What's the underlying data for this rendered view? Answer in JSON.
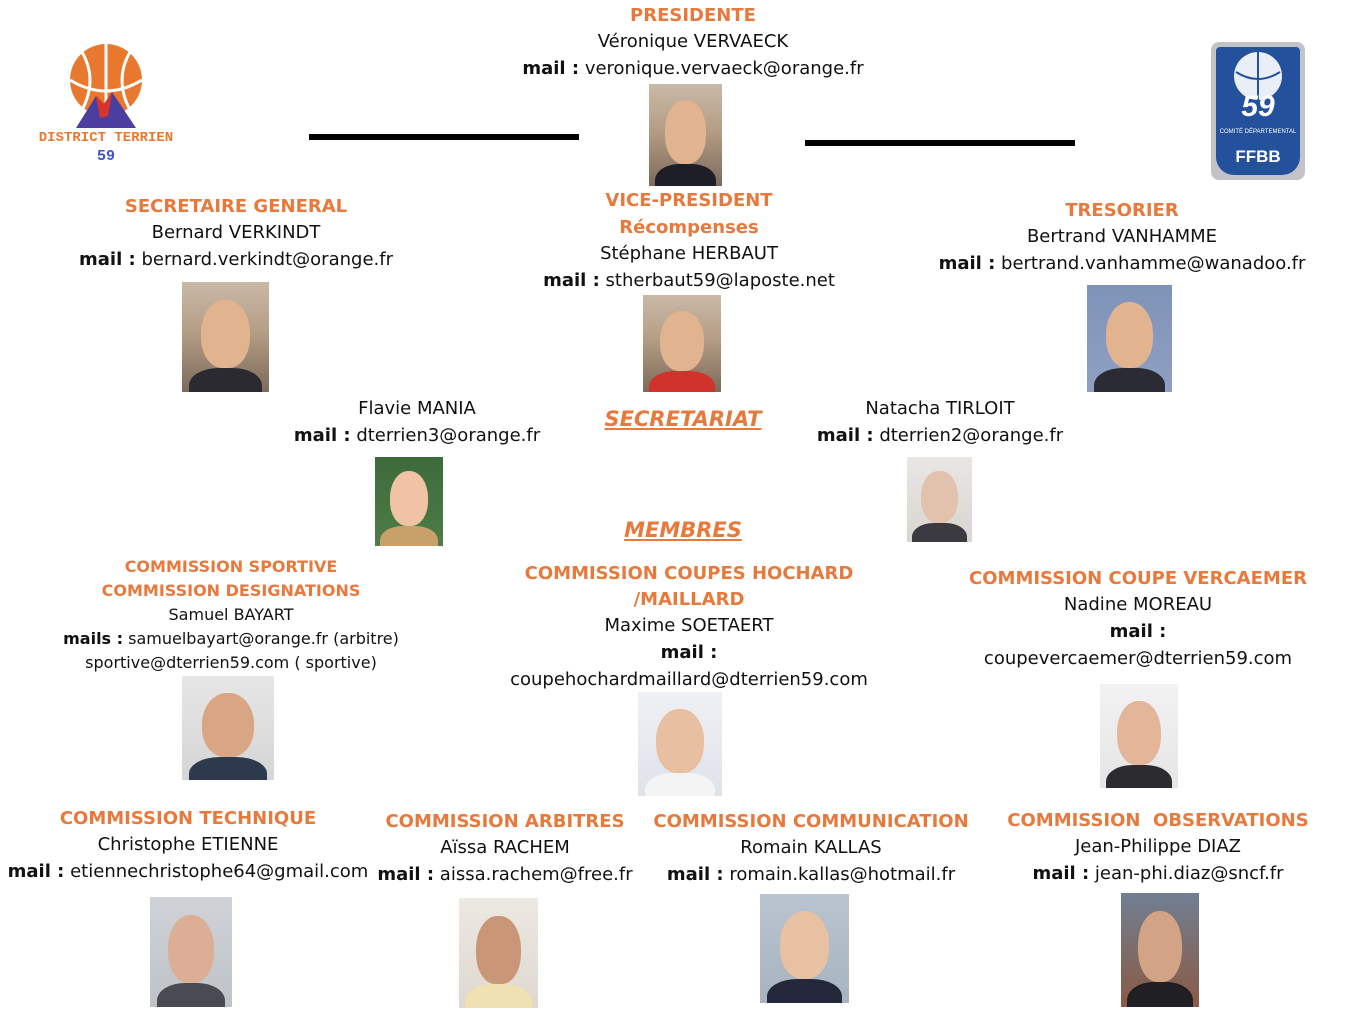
{
  "logos": {
    "left_top": "DISTRICT TERRIEN",
    "left_bottom": "59",
    "right_number": "59",
    "right_caption": "COMITÉ DÉPARTEMENTAL",
    "right_brand": "FFBB"
  },
  "president": {
    "role": "PRESIDENTE",
    "name": "Véronique VERVAECK",
    "mail_label": "mail :",
    "mail": "veronique.vervaeck@orange.fr"
  },
  "secretaire_general": {
    "role": "SECRETAIRE GENERAL",
    "name": "Bernard VERKINDT",
    "mail_label": "mail :",
    "mail": "bernard.verkindt@orange.fr"
  },
  "vice_president": {
    "role": "VICE-PRESIDENT",
    "role2": "Récompenses",
    "name": "Stéphane HERBAUT",
    "mail_label": "mail :",
    "mail": "stherbaut59@laposte.net"
  },
  "tresorier": {
    "role": "TRESORIER",
    "name": "Bertrand VANHAMME",
    "mail_label": "mail :",
    "mail": "bertrand.vanhamme@wanadoo.fr"
  },
  "secretariat": {
    "title": "SECRETARIAT",
    "left": {
      "name": "Flavie MANIA",
      "mail_label": "mail :",
      "mail": "dterrien3@orange.fr"
    },
    "right": {
      "name": "Natacha TIRLOIT",
      "mail_label": "mail :",
      "mail": "dterrien2@orange.fr"
    }
  },
  "membres": {
    "title": "MEMBRES",
    "sportive": {
      "role": "COMMISSION SPORTIVE",
      "role2": "COMMISSION DESIGNATIONS",
      "name": "Samuel BAYART",
      "mail_label": "mails :",
      "mail": "samuelbayart@orange.fr (arbitre)",
      "mail2": "sportive@dterrien59.com ( sportive)"
    },
    "hochard": {
      "role": "COMMISSION COUPES HOCHARD",
      "role2": "/MAILLARD",
      "name": "Maxime SOETAERT",
      "mail_label": "mail :",
      "mail": "coupehochardmaillard@dterrien59.com"
    },
    "vercaemer": {
      "role": "COMMISSION COUPE VERCAEMER",
      "name": "Nadine MOREAU",
      "mail_label": "mail :",
      "mail": "coupevercaemer@dterrien59.com"
    },
    "technique": {
      "role": "COMMISSION TECHNIQUE",
      "name": "Christophe ETIENNE",
      "mail_label": "mail :",
      "mail": "etiennechristophe64@gmail.com"
    },
    "arbitres": {
      "role": "COMMISSION ARBITRES",
      "name": "Aïssa RACHEM",
      "mail_label": "mail :",
      "mail": "aissa.rachem@free.fr"
    },
    "communication": {
      "role": "COMMISSION COMMUNICATION",
      "name": "Romain KALLAS",
      "mail_label": "mail :",
      "mail": "romain.kallas@hotmail.fr"
    },
    "observations": {
      "role": "COMMISSION  OBSERVATIONS",
      "name": "Jean-Philippe DIAZ",
      "mail_label": "mail :",
      "mail": "jean-phi.diaz@sncf.fr"
    }
  }
}
